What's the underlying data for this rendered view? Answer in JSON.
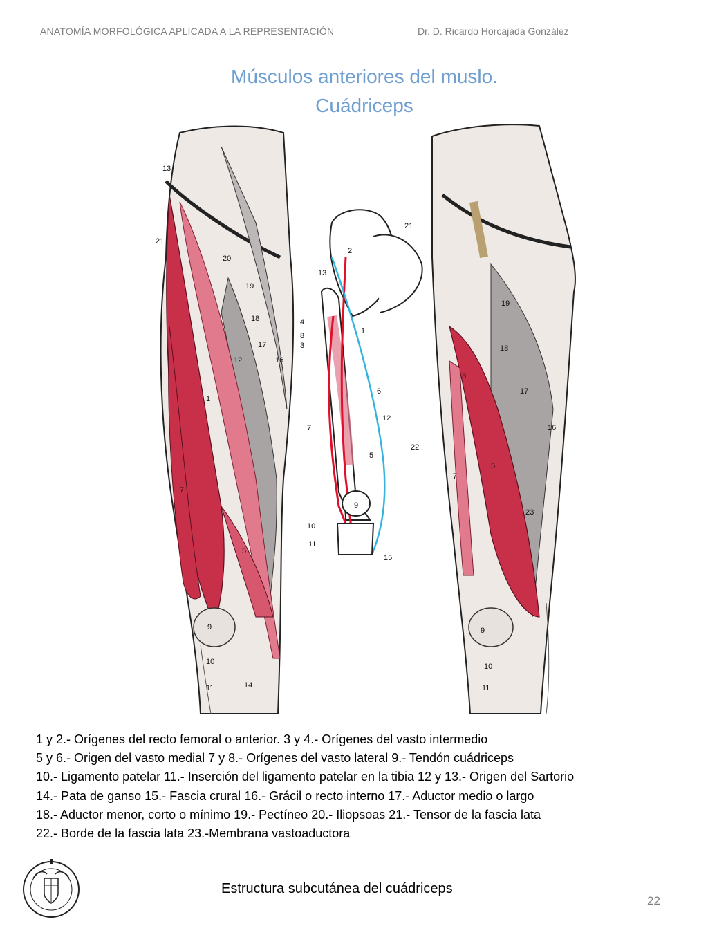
{
  "header": {
    "course": "ANATOMÍA MORFOLÓGICA APLICADA A LA REPRESENTACIÓN",
    "author": "Dr. D. Ricardo Horcajada González"
  },
  "title": {
    "line1": "Músculos anteriores del muslo.",
    "line2": "Cuádriceps"
  },
  "colors": {
    "muscle_red": "#c8304a",
    "muscle_pink": "#e27a8e",
    "origin_line_red": "#e0102a",
    "origin_line_blue": "#33b5e0",
    "title_blue": "#6f9fd0",
    "header_gray": "#7f7f7f"
  },
  "figure": {
    "left_labels": [
      "13",
      "21",
      "20",
      "19",
      "18",
      "17",
      "12",
      "16",
      "1",
      "7",
      "5",
      "9",
      "10",
      "11",
      "14"
    ],
    "center_labels": [
      "21",
      "2",
      "13",
      "1",
      "4",
      "8",
      "3",
      "6",
      "12",
      "7",
      "5",
      "9",
      "10",
      "11",
      "15"
    ],
    "right_labels": [
      "19",
      "18",
      "3",
      "17",
      "16",
      "22",
      "7",
      "5",
      "23",
      "9",
      "10",
      "11"
    ]
  },
  "legend": [
    "1 y 2.- Orígenes del recto femoral o anterior. 3 y 4.- Orígenes del vasto intermedio",
    "5 y 6.- Origen del vasto medial  7 y 8.- Orígenes del vasto lateral 9.- Tendón cuádriceps",
    "10.- Ligamento patelar 11.- Inserción del ligamento patelar en la tibia 12 y 13.- Origen del Sartorio",
    "14.- Pata de ganso  15.-  Fascia crural 16.- Grácil o  recto interno 17.- Aductor medio o largo",
    "18.- Aductor  menor, corto o mínimo 19.- Pectíneo 20.- Iliopsoas  21.- Tensor de la fascia  lata",
    "22.- Borde de la fascia lata 23.-Membrana vastoaductora"
  ],
  "caption": "Estructura subcutánea del cuádriceps",
  "page_number": "22"
}
